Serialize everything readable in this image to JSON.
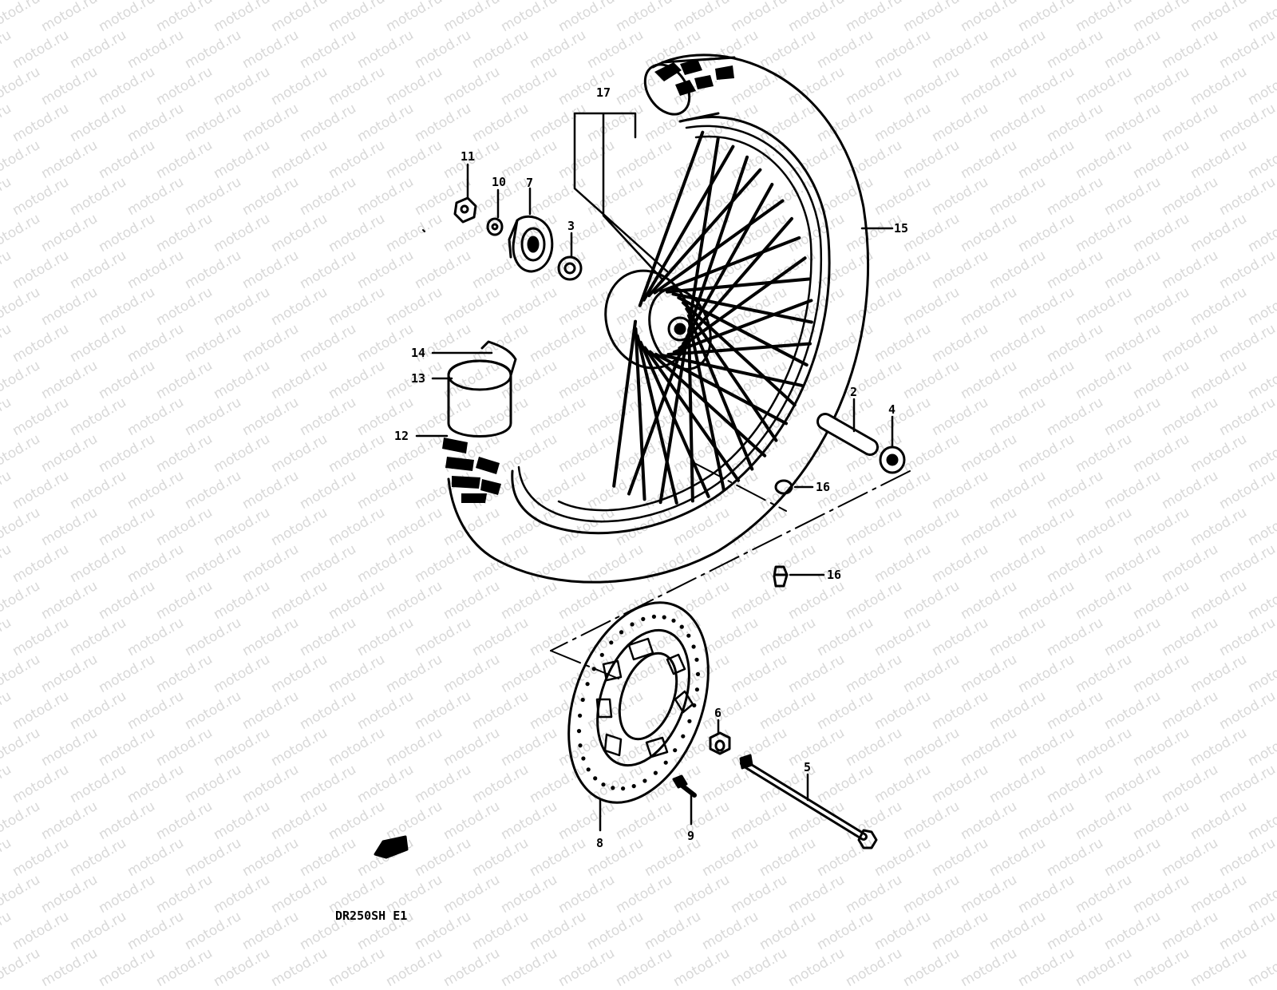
{
  "watermark": {
    "text": "motod.ru",
    "color": "#d8d8d8"
  },
  "diagram": {
    "code": "DR250SH E1",
    "line_color": "#000000",
    "callouts": [
      {
        "id": "c2",
        "label": "2",
        "part": "spacer"
      },
      {
        "id": "c3",
        "label": "3",
        "part": "bearing-left"
      },
      {
        "id": "c4",
        "label": "4",
        "part": "bearing-right"
      },
      {
        "id": "c5",
        "label": "5",
        "part": "front-axle"
      },
      {
        "id": "c6",
        "label": "6",
        "part": "axle-nut"
      },
      {
        "id": "c7",
        "label": "7",
        "part": "speedometer-gearbox"
      },
      {
        "id": "c8",
        "label": "8",
        "part": "brake-disc"
      },
      {
        "id": "c9",
        "label": "9",
        "part": "disc-bolt"
      },
      {
        "id": "c10",
        "label": "10",
        "part": "washer"
      },
      {
        "id": "c11",
        "label": "11",
        "part": "nut"
      },
      {
        "id": "c12",
        "label": "12",
        "part": "tire"
      },
      {
        "id": "c13",
        "label": "13",
        "part": "tube"
      },
      {
        "id": "c14",
        "label": "14",
        "part": "rim-band"
      },
      {
        "id": "c15",
        "label": "15",
        "part": "rim"
      },
      {
        "id": "c16a",
        "label": "16",
        "part": "valve-cap"
      },
      {
        "id": "c16b",
        "label": "16",
        "part": "rim-lock"
      },
      {
        "id": "c17",
        "label": "17",
        "part": "spoke-set"
      }
    ]
  }
}
